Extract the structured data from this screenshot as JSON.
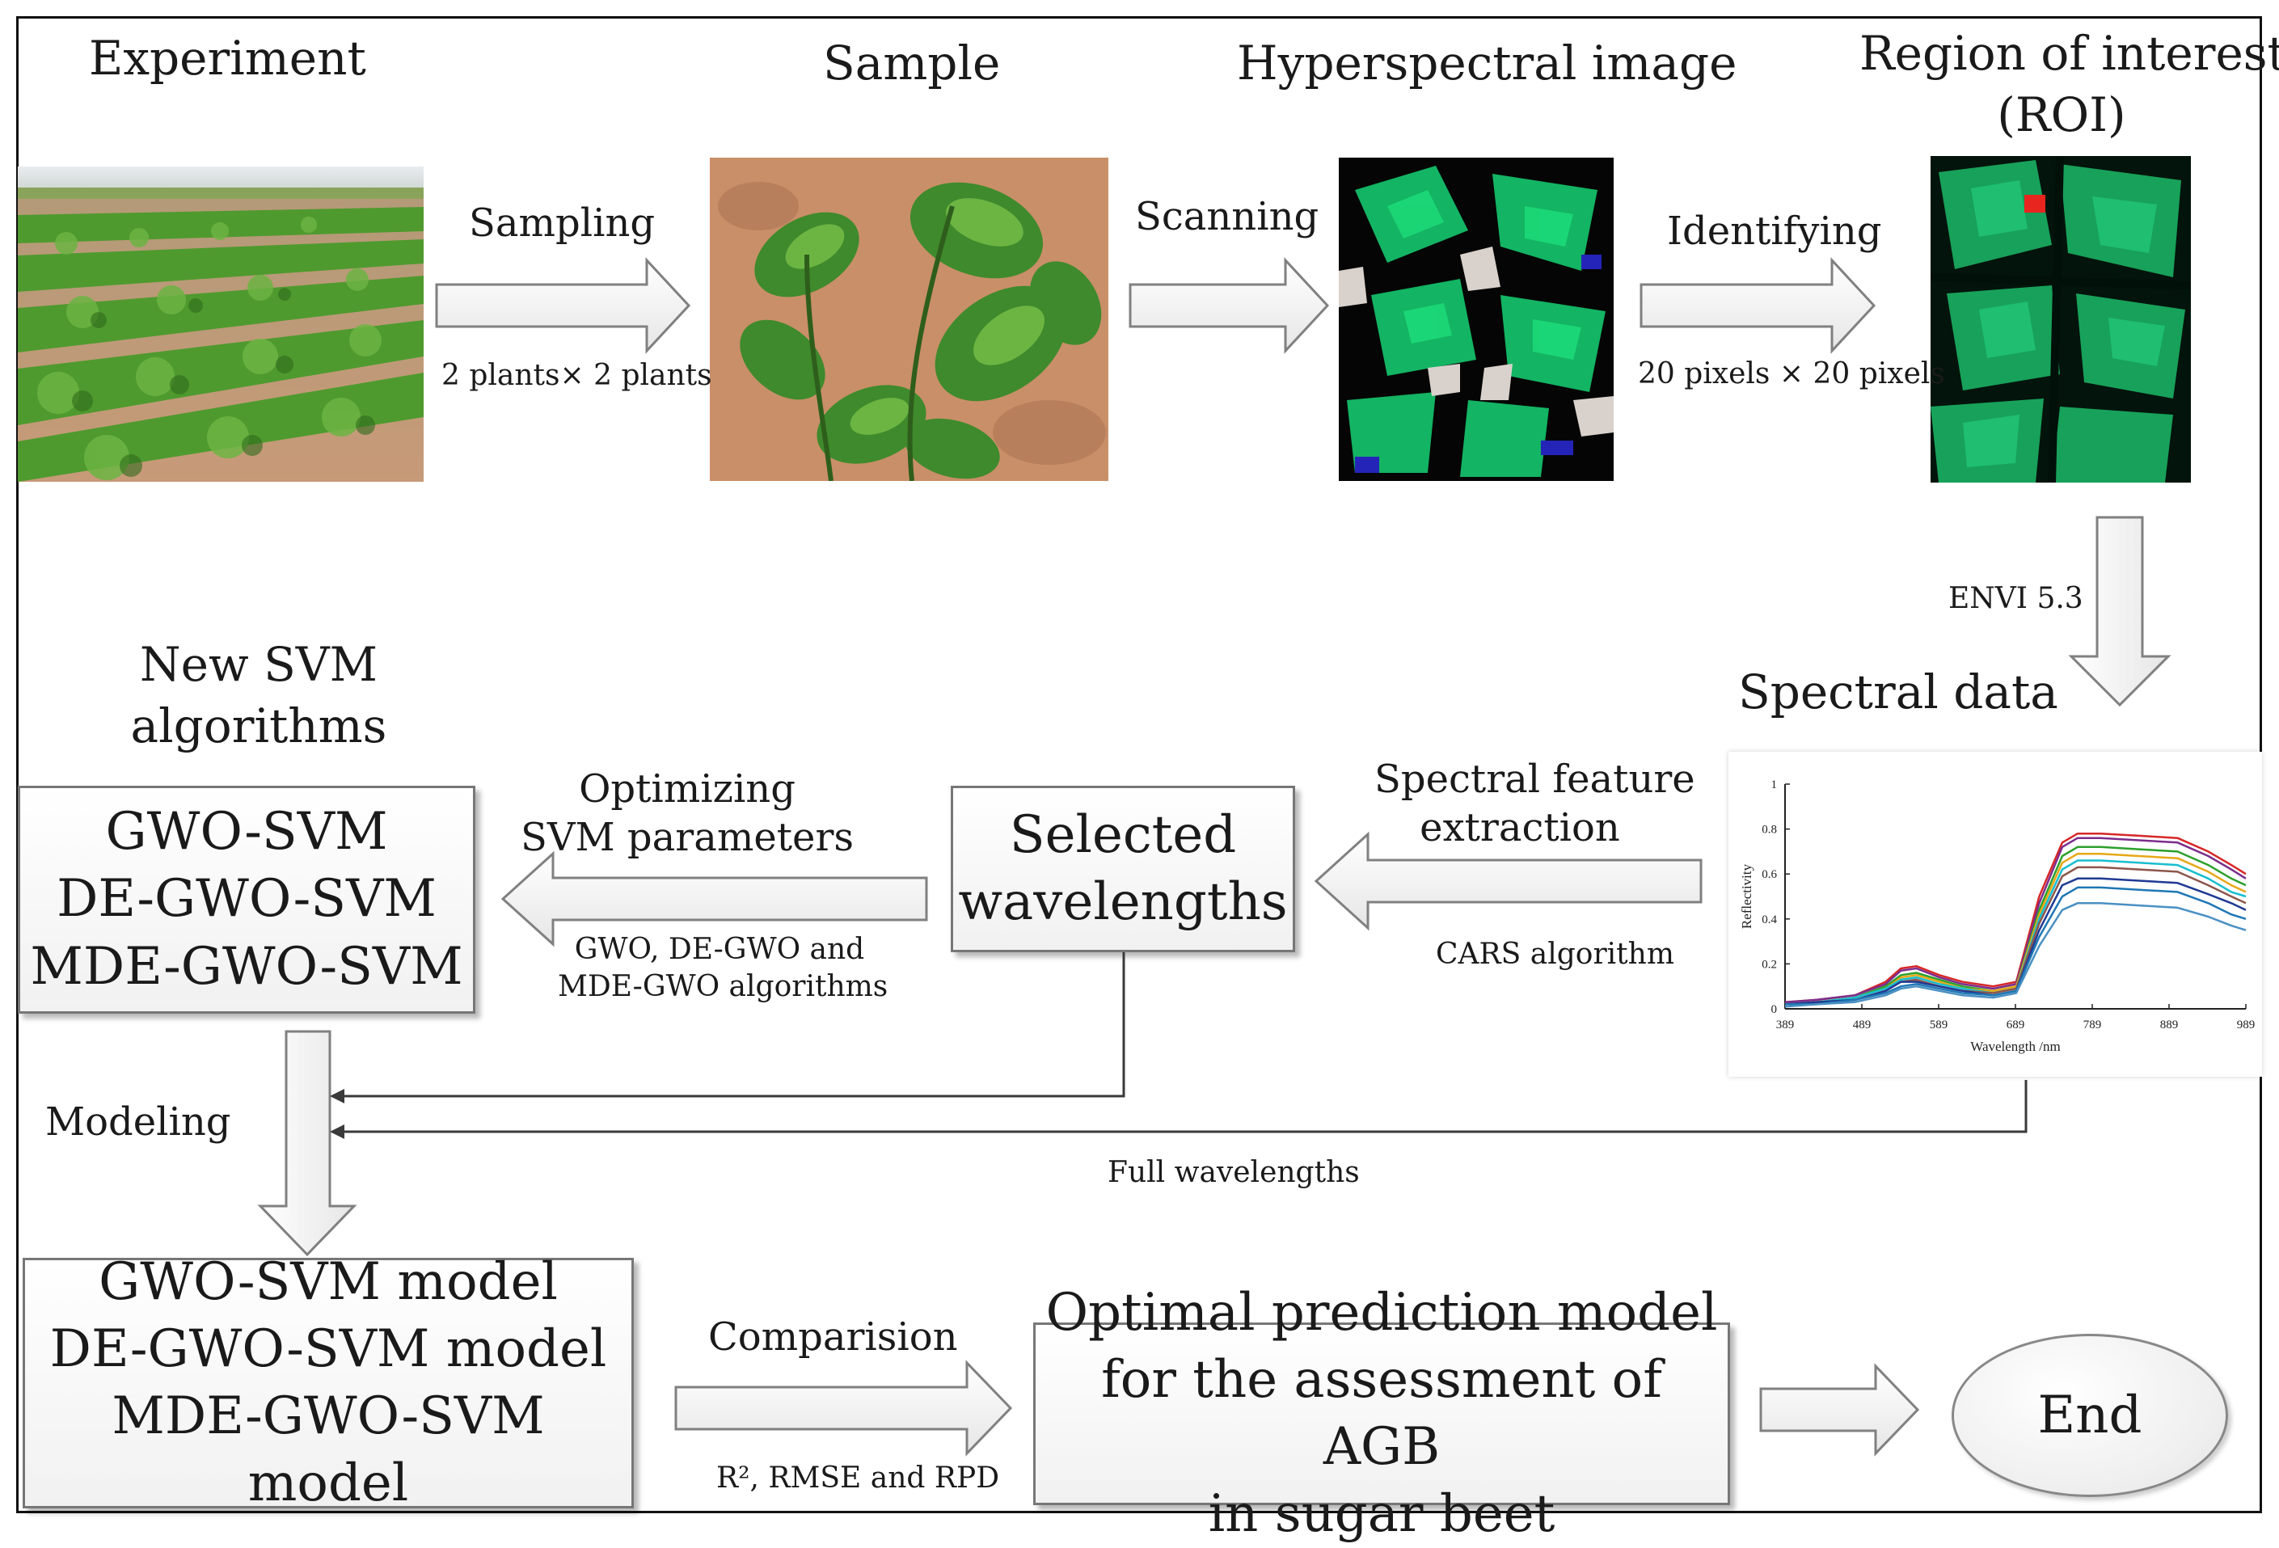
{
  "titles": {
    "experiment": "Experiment",
    "sample": "Sample",
    "hyperspectral": "Hyperspectral image",
    "roi_line1": "Region of interest",
    "roi_line2": "(ROI)",
    "new_svm_line1": "New SVM",
    "new_svm_line2": "algorithms",
    "spectral_data": "Spectral data"
  },
  "arrows": {
    "sampling": "Sampling",
    "sampling_note": "2 plants× 2 plants",
    "scanning": "Scanning",
    "identifying": "Identifying",
    "identifying_note": "20 pixels × 20 pixels",
    "envi": "ENVI 5.3",
    "spectral_feature_line1": "Spectral feature",
    "spectral_feature_line2": "extraction",
    "cars": "CARS algorithm",
    "optimizing_line1": "Optimizing",
    "optimizing_line2": "SVM parameters",
    "optimizing_note_line1": "GWO, DE-GWO and",
    "optimizing_note_line2": "MDE-GWO algorithms",
    "modeling": "Modeling",
    "full_wavelengths": "Full wavelengths",
    "comparison": "Comparision",
    "comparison_note": "R², RMSE and RPD"
  },
  "boxes": {
    "algorithms": [
      "GWO-SVM",
      "DE-GWO-SVM",
      "MDE-GWO-SVM"
    ],
    "selected": [
      "Selected",
      "wavelengths"
    ],
    "models": [
      "GWO-SVM model",
      "DE-GWO-SVM model",
      "MDE-GWO-SVM model"
    ],
    "optimal": [
      "Optimal prediction model",
      "for the assessment of AGB",
      "in sugar beet"
    ],
    "end": "End"
  },
  "colors": {
    "arrow_fill": "#f4f4f4",
    "arrow_stroke": "#808080",
    "roi_marker": "#e8251f",
    "soil": "#c98f68",
    "leaf": "#3f8a2c",
    "hyper_leaf": "#13b463"
  },
  "chart_data": {
    "type": "line",
    "title": "",
    "xlabel": "Wavelength /nm",
    "ylabel": "Reflectivity",
    "x_ticks": [
      "389",
      "489",
      "589",
      "689",
      "789",
      "889",
      "989"
    ],
    "y_ticks": [
      "0",
      "0.2",
      "0.4",
      "0.6",
      "0.8",
      "1"
    ],
    "xlim": [
      389,
      989
    ],
    "ylim": [
      0,
      1
    ],
    "grid": false,
    "legend": "none",
    "x": [
      389,
      430,
      480,
      520,
      540,
      560,
      590,
      620,
      660,
      690,
      720,
      750,
      770,
      800,
      850,
      900,
      940,
      970,
      989
    ],
    "series": [
      {
        "color": "#d62728",
        "values": [
          0.03,
          0.04,
          0.06,
          0.12,
          0.18,
          0.19,
          0.15,
          0.12,
          0.1,
          0.12,
          0.5,
          0.74,
          0.78,
          0.78,
          0.77,
          0.76,
          0.7,
          0.64,
          0.6
        ]
      },
      {
        "color": "#7b2d8b",
        "values": [
          0.03,
          0.04,
          0.06,
          0.11,
          0.17,
          0.18,
          0.14,
          0.11,
          0.09,
          0.11,
          0.47,
          0.72,
          0.76,
          0.76,
          0.75,
          0.74,
          0.68,
          0.62,
          0.58
        ]
      },
      {
        "color": "#2ca02c",
        "values": [
          0.02,
          0.03,
          0.05,
          0.1,
          0.15,
          0.16,
          0.13,
          0.1,
          0.08,
          0.1,
          0.44,
          0.68,
          0.72,
          0.72,
          0.71,
          0.7,
          0.64,
          0.58,
          0.55
        ]
      },
      {
        "color": "#e6a817",
        "values": [
          0.02,
          0.03,
          0.05,
          0.09,
          0.14,
          0.15,
          0.12,
          0.09,
          0.08,
          0.1,
          0.42,
          0.65,
          0.69,
          0.69,
          0.68,
          0.67,
          0.61,
          0.55,
          0.52
        ]
      },
      {
        "color": "#17becf",
        "values": [
          0.02,
          0.03,
          0.05,
          0.09,
          0.13,
          0.14,
          0.11,
          0.09,
          0.07,
          0.09,
          0.4,
          0.62,
          0.66,
          0.66,
          0.65,
          0.64,
          0.58,
          0.52,
          0.5
        ]
      },
      {
        "color": "#8c564b",
        "values": [
          0.02,
          0.03,
          0.04,
          0.08,
          0.12,
          0.13,
          0.1,
          0.08,
          0.07,
          0.09,
          0.38,
          0.59,
          0.63,
          0.63,
          0.62,
          0.61,
          0.55,
          0.5,
          0.47
        ]
      },
      {
        "color": "#1f3a93",
        "values": [
          0.02,
          0.03,
          0.04,
          0.08,
          0.12,
          0.12,
          0.1,
          0.08,
          0.06,
          0.08,
          0.35,
          0.55,
          0.58,
          0.58,
          0.57,
          0.56,
          0.51,
          0.47,
          0.44
        ]
      },
      {
        "color": "#1f77b4",
        "values": [
          0.02,
          0.02,
          0.04,
          0.07,
          0.1,
          0.11,
          0.09,
          0.07,
          0.06,
          0.08,
          0.32,
          0.5,
          0.54,
          0.54,
          0.53,
          0.52,
          0.47,
          0.42,
          0.4
        ]
      },
      {
        "color": "#4a90c2",
        "values": [
          0.01,
          0.02,
          0.03,
          0.06,
          0.09,
          0.1,
          0.08,
          0.06,
          0.05,
          0.07,
          0.28,
          0.44,
          0.47,
          0.47,
          0.46,
          0.45,
          0.41,
          0.37,
          0.35
        ]
      }
    ]
  }
}
